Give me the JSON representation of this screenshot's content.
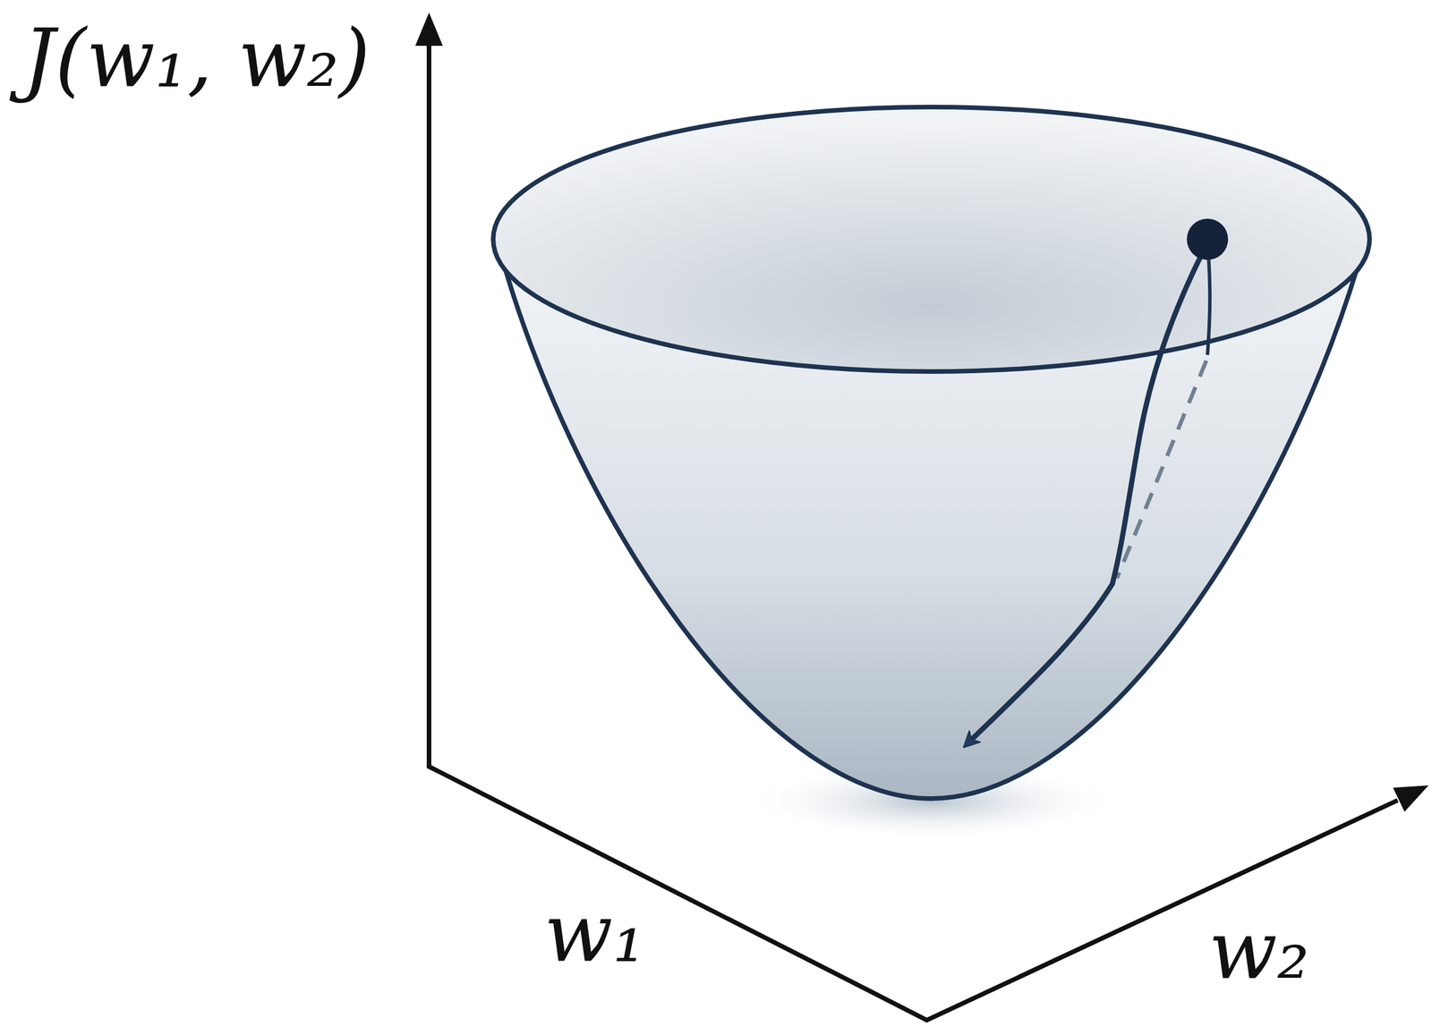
{
  "diagram": {
    "labels": [
      "J(w₁, w₂)",
      "w₁",
      "w₂"
    ]
  }
}
